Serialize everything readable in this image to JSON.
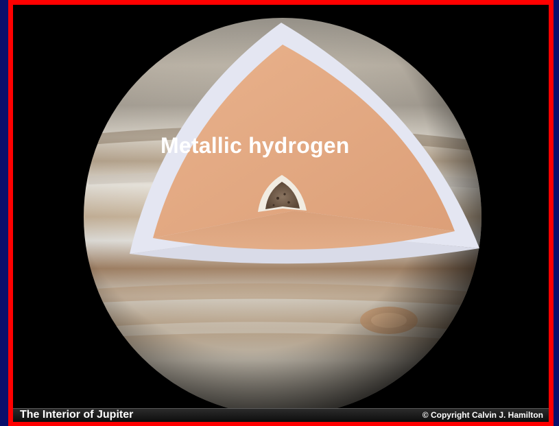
{
  "diagram": {
    "label": "Metallic hydrogen",
    "layers": [
      "outer-atmosphere",
      "molecular-hydrogen-shell",
      "metallic-hydrogen",
      "core"
    ]
  },
  "caption": {
    "title": "The Interior of Jupiter",
    "copyright": "© Copyright Calvin J. Hamilton"
  },
  "colors": {
    "background": "#000000",
    "frame": "#ff0000",
    "page": "#0a0f6b",
    "metallic_hydrogen": "#e2a57e",
    "shell": "#e4e6f2"
  }
}
